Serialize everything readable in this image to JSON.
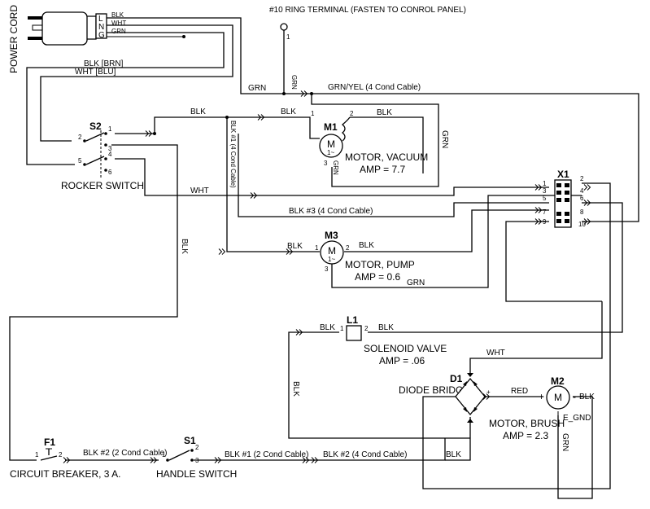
{
  "power_cord": {
    "title": "POWER CORD",
    "pins": [
      "L",
      "N",
      "G"
    ],
    "wires": [
      "BLK",
      "WHT",
      "GRN"
    ],
    "wht_blu": "WHT [BLU]",
    "blk_brn": "BLK [BRN]"
  },
  "ring_terminal": {
    "title": "#10 RING TERMINAL (FASTEN TO CONROL PANEL)",
    "pin": "1",
    "wire": "GRN"
  },
  "wires": {
    "grn": "GRN",
    "grn_yel": "GRN/YEL (4 Cond Cable)",
    "blk": "BLK",
    "wht": "WHT",
    "red": "RED",
    "blk1_4cond": "BLK #1 (4 Cond Cable)",
    "blk3_4cond": "BLK #3 (4 Cond Cable)",
    "blk2_2cond": "BLK #2 (2 Cond Cable)",
    "blk1_2cond": "BLK #1 (2 Cond Cable)",
    "blk2_4cond": "BLK #2 (4 Cond Cable)"
  },
  "s2": {
    "ref": "S2",
    "name": "ROCKER SWITCH",
    "pins": [
      "1",
      "2",
      "3",
      "4",
      "5",
      "6"
    ]
  },
  "m1": {
    "ref": "M1",
    "name": "MOTOR, VACUUM",
    "amp": "AMP = 7.7",
    "pins": [
      "1",
      "2",
      "3"
    ],
    "symbol": "M",
    "sub": "1~"
  },
  "m3": {
    "ref": "M3",
    "name": "MOTOR, PUMP",
    "amp": "AMP = 0.6",
    "pins": [
      "1",
      "2",
      "3"
    ],
    "symbol": "M",
    "sub": "1~"
  },
  "m2": {
    "ref": "M2",
    "name": "MOTOR, BRUSH",
    "amp": "AMP = 2.3",
    "symbol": "M",
    "plus": "+",
    "minus": "-",
    "egnd": "E_GND"
  },
  "x1": {
    "ref": "X1",
    "pins_left": [
      "1",
      "3",
      "5",
      "7",
      "9"
    ],
    "pins_right": [
      "2",
      "4",
      "6",
      "8",
      "10"
    ]
  },
  "l1": {
    "ref": "L1",
    "name": "SOLENOID VALVE",
    "amp": "AMP = .06",
    "pins": [
      "1",
      "2"
    ]
  },
  "d1": {
    "ref": "D1",
    "name": "DIODE BRIDGE",
    "plus": "+"
  },
  "f1": {
    "ref": "F1",
    "name": "CIRCUIT BREAKER, 3 A.",
    "pins": [
      "1",
      "2"
    ]
  },
  "s1": {
    "ref": "S1",
    "name": "HANDLE SWITCH",
    "pins": [
      "1",
      "2",
      "3"
    ]
  }
}
